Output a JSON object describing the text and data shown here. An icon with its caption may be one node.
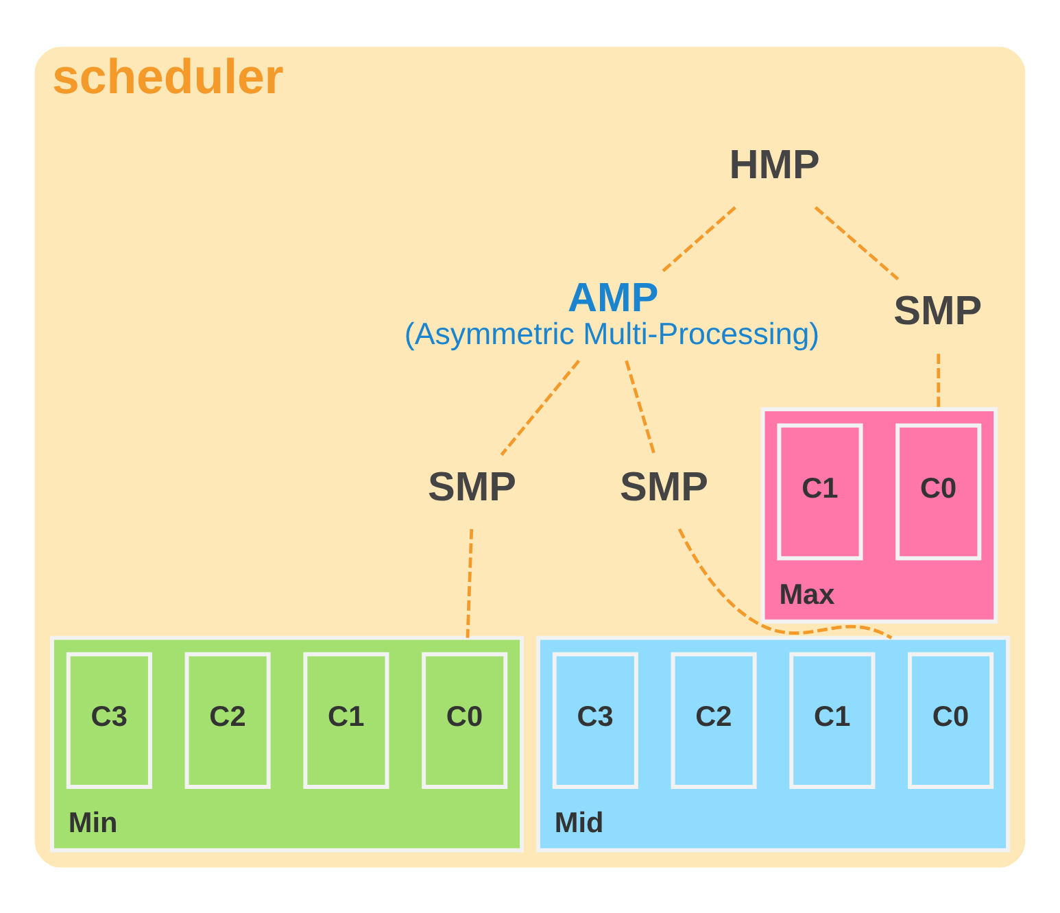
{
  "diagram": {
    "nodes": [
      {
        "text": [
          "scheduler"
        ]
      },
      {
        "text": [
          "HMP"
        ],
        "in": 0
      },
      {
        "text": [
          "AMP",
          "(Asymmetric Multi-Processing)"
        ],
        "in": 0
      },
      {
        "text": [
          "SMP"
        ],
        "in": 0
      },
      {
        "text": [
          "SMP"
        ],
        "in": 0
      },
      {
        "text": [
          "SMP"
        ],
        "in": 0
      },
      {
        "text": [
          "Min"
        ],
        "in": 0
      },
      {
        "text": [
          "C0"
        ],
        "in": 6
      },
      {
        "text": [
          "C1"
        ],
        "in": 6
      },
      {
        "text": [
          "C2"
        ],
        "in": 6
      },
      {
        "text": [
          "C3"
        ],
        "in": 6
      },
      {
        "text": [
          "Mid"
        ],
        "in": 0
      },
      {
        "text": [
          "C0"
        ],
        "in": 11
      },
      {
        "text": [
          "C1"
        ],
        "in": 11
      },
      {
        "text": [
          "C2"
        ],
        "in": 11
      },
      {
        "text": [
          "C3"
        ],
        "in": 11
      },
      {
        "text": [
          "Max"
        ],
        "in": 0
      },
      {
        "text": [
          "C0"
        ],
        "in": 16
      },
      {
        "text": [
          "C1"
        ],
        "in": 16
      }
    ],
    "edges": [
      {
        "from": 1,
        "to": 2,
        "arrow": "none",
        "style": "dashed"
      },
      {
        "from": 1,
        "to": 5,
        "arrow": "none",
        "style": "dashed"
      },
      {
        "from": 2,
        "to": 3,
        "arrow": "none",
        "style": "dashed"
      },
      {
        "from": 2,
        "to": 4,
        "arrow": "none",
        "style": "dashed"
      },
      {
        "from": 3,
        "to": 6,
        "arrow": "none",
        "style": "dashed"
      },
      {
        "from": 4,
        "to": 11,
        "arrow": "none",
        "style": "dashed"
      },
      {
        "from": 5,
        "to": 16,
        "arrow": "none",
        "style": "dashed"
      }
    ]
  }
}
